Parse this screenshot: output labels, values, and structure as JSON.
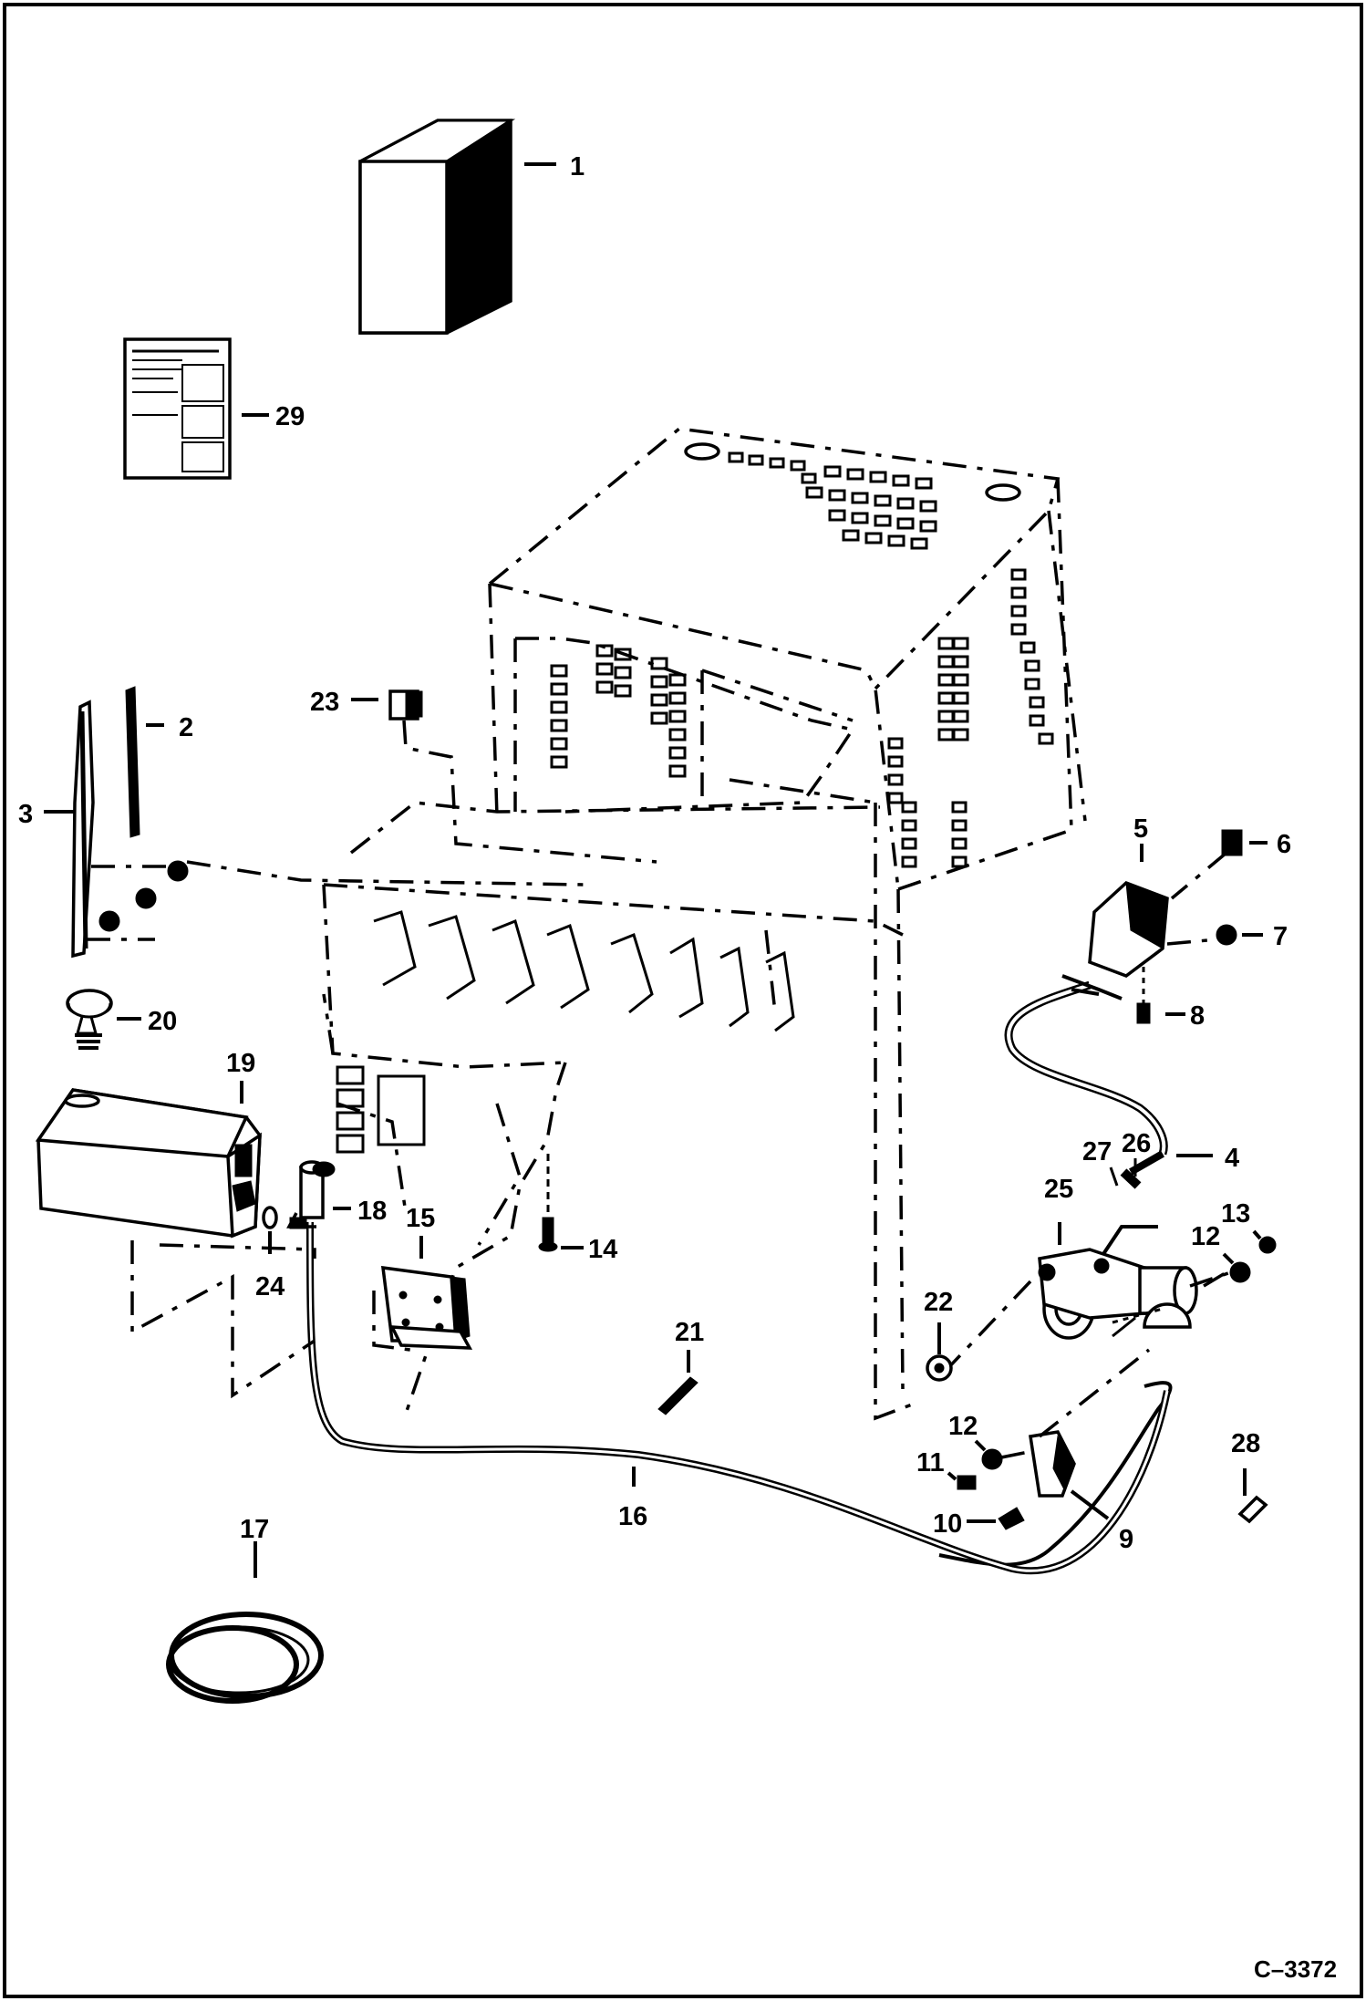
{
  "figure_code": "C–3372",
  "callouts": [
    "1",
    "2",
    "3",
    "4",
    "5",
    "6",
    "7",
    "8",
    "9",
    "10",
    "11",
    "12",
    "12",
    "13",
    "14",
    "15",
    "16",
    "17",
    "18",
    "19",
    "20",
    "21",
    "22",
    "23",
    "24",
    "25",
    "26",
    "27",
    "28",
    "29"
  ]
}
